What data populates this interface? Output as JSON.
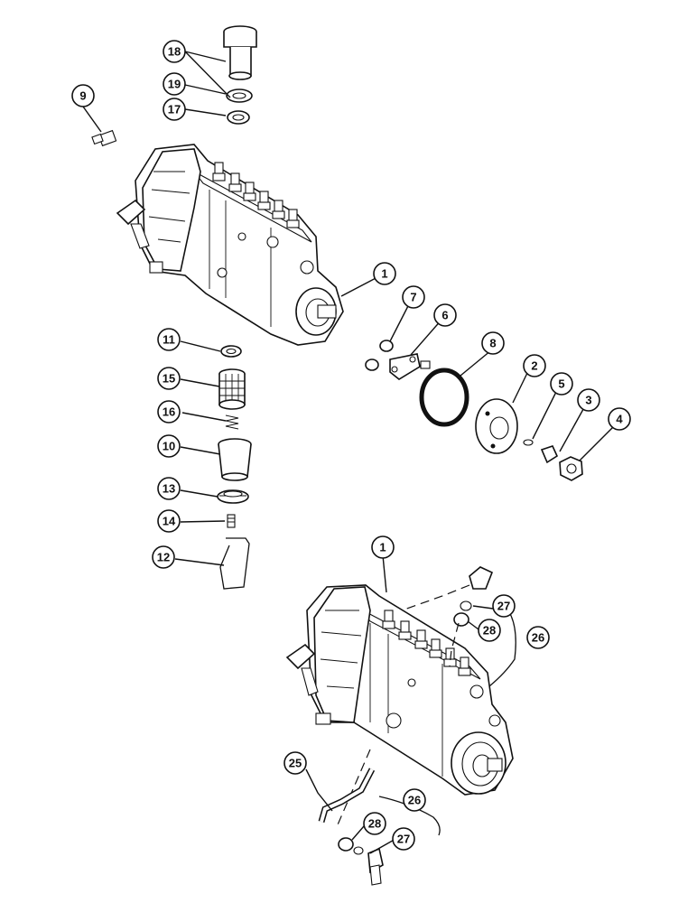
{
  "callouts": {
    "c18": "18",
    "c19": "19",
    "c17": "17",
    "c9": "9",
    "c1_top": "1",
    "c7": "7",
    "c6": "6",
    "c8": "8",
    "c2": "2",
    "c5": "5",
    "c3": "3",
    "c4": "4",
    "c11": "11",
    "c15": "15",
    "c16": "16",
    "c10": "10",
    "c13": "13",
    "c14": "14",
    "c12": "12",
    "c1_bottom": "1",
    "c27_top": "27",
    "c28_top": "28",
    "c26_top": "26",
    "c25": "25",
    "c26_bottom": "26",
    "c28_bottom": "28",
    "c27_bottom": "27"
  },
  "icons": {
    "upper_pump": "injection-pump-icon",
    "lower_pump": "injection-pump-icon",
    "primer_pump": "primer-pump-icon",
    "filter": "filter-element-icon",
    "bowl": "sediment-bowl-icon"
  },
  "colors": {
    "ink": "#111111",
    "paper": "#ffffff"
  }
}
